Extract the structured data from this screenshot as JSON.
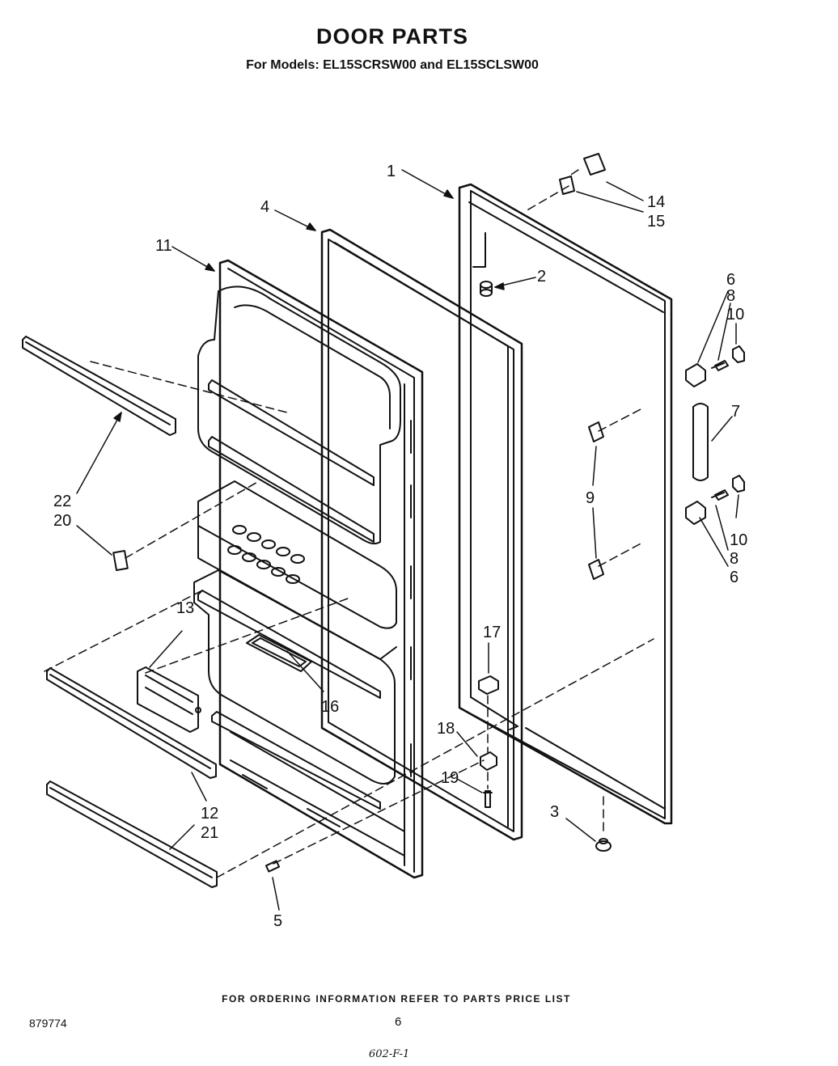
{
  "header": {
    "title": "DOOR PARTS",
    "subtitle": "For Models: EL15SCRSW00 and EL15SCLSW00"
  },
  "callouts": {
    "c1": "1",
    "c2": "2",
    "c3": "3",
    "c4": "4",
    "c5": "5",
    "c6a": "6",
    "c6b": "6",
    "c7": "7",
    "c8a": "8",
    "c8b": "8",
    "c9": "9",
    "c10a": "10",
    "c10b": "10",
    "c11": "11",
    "c12": "12",
    "c13": "13",
    "c14": "14",
    "c15": "15",
    "c16": "16",
    "c17": "17",
    "c18": "18",
    "c19": "19",
    "c20": "20",
    "c21": "21",
    "c22": "22"
  },
  "footer": {
    "ordering_note": "FOR ORDERING INFORMATION REFER TO PARTS PRICE LIST",
    "doc_number": "879774",
    "page_number": "6",
    "handwritten_note": "602-F-1"
  },
  "colors": {
    "ink": "#111111",
    "paper": "#ffffff"
  }
}
